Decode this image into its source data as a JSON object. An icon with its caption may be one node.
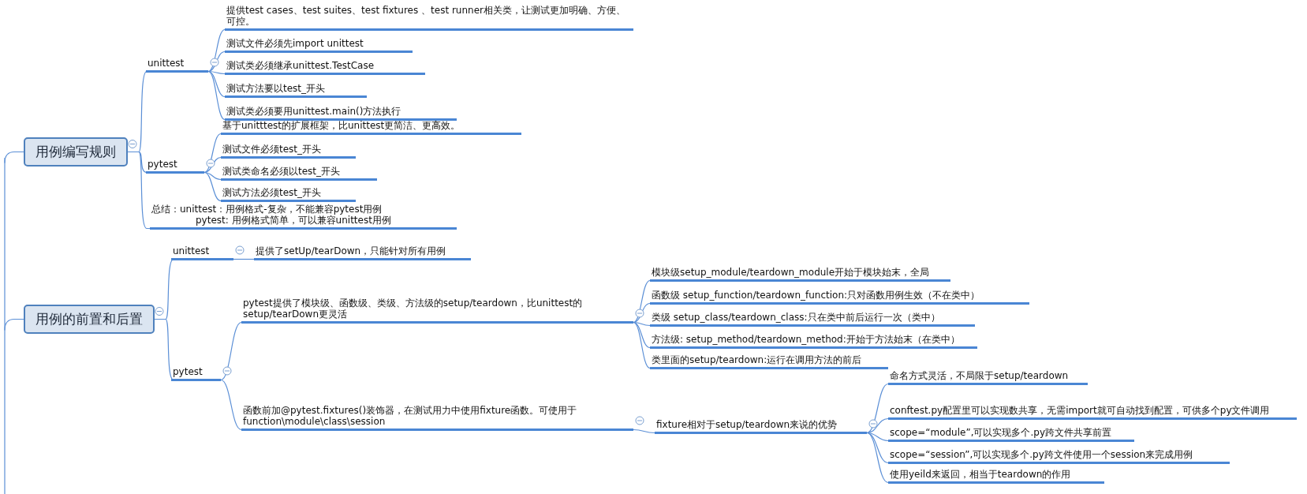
{
  "diagram": {
    "nodes": [
      {
        "text": [
          "用例编写规则"
        ]
      },
      {
        "text": [
          "unittest"
        ]
      },
      {
        "text": [
          "提供test cases、test suites、test fixtures 、test runner相关类，让测试更加明确、方便、可控。"
        ]
      },
      {
        "text": [
          "测试文件必须先import unittest"
        ]
      },
      {
        "text": [
          "测试类必须继承unittest.TestCase"
        ]
      },
      {
        "text": [
          "测试方法要以test_开头"
        ]
      },
      {
        "text": [
          "测试类必须要用unittest.main()方法执行"
        ]
      },
      {
        "text": [
          "pytest"
        ]
      },
      {
        "text": [
          "基于unitttest的扩展框架，比unittest更简洁、更高效。"
        ]
      },
      {
        "text": [
          "测试文件必须test_开头"
        ]
      },
      {
        "text": [
          "测试类命名必须以test_开头"
        ]
      },
      {
        "text": [
          "测试方法必须test_开头"
        ]
      },
      {
        "text": [
          "总结：unittest：用例格式-复杂，不能兼容pytest用例",
          "pytest: 用例格式简单，可以兼容unittest用例"
        ]
      },
      {
        "text": [
          "用例的前置和后置"
        ]
      },
      {
        "text": [
          "unittest"
        ]
      },
      {
        "text": [
          "提供了setUp/tearDown，只能针对所有用例"
        ]
      },
      {
        "text": [
          "pytest"
        ]
      },
      {
        "text": [
          "pytest提供了模块级、函数级、类级、方法级的setup/teardown，比unittest的setup/tearDown更灵活"
        ]
      },
      {
        "text": [
          "模块级setup_module/teardown_module开始于模块始末，全局"
        ]
      },
      {
        "text": [
          "函数级 setup_function/teardown_function:只对函数用例生效（不在类中）"
        ]
      },
      {
        "text": [
          "类级 setup_class/teardown_class:只在类中前后运行一次（类中）"
        ]
      },
      {
        "text": [
          "方法级: setup_method/teardown_method:开始于方法始末（在类中）"
        ]
      },
      {
        "text": [
          "类里面的setup/teardown:运行在调用方法的前后"
        ]
      },
      {
        "text": [
          "函数前加@pytest.fixtures()装饰器，在测试用力中使用fixture函数。可使用于function\\module\\class\\session"
        ]
      },
      {
        "text": [
          "fixture相对于setup/teardown来说的优势"
        ]
      },
      {
        "text": [
          "命名方式灵活，不局限于setup/teardown"
        ]
      },
      {
        "text": [
          "conftest.py配置里可以实现数共享，无需import就可自动找到配置，可供多个py文件调用"
        ]
      },
      {
        "text": [
          "scope=“module”,可以实现多个.py跨文件共享前置"
        ]
      },
      {
        "text": [
          "scope=“session”,可以实现多个.py跨文件使用一个session来完成用例"
        ]
      },
      {
        "text": [
          "使用yeild来返回，相当于teardown的作用"
        ]
      }
    ],
    "edges": [
      {
        "from": null,
        "to": 0,
        "arrow": "none"
      },
      {
        "from": null,
        "to": 13,
        "arrow": "none"
      },
      {
        "from": 0,
        "to": 1,
        "arrow": "none"
      },
      {
        "from": 0,
        "to": 7,
        "arrow": "none"
      },
      {
        "from": 0,
        "to": 12,
        "arrow": "none"
      },
      {
        "from": 1,
        "to": 2,
        "arrow": "none"
      },
      {
        "from": 1,
        "to": 3,
        "arrow": "none"
      },
      {
        "from": 1,
        "to": 4,
        "arrow": "none"
      },
      {
        "from": 1,
        "to": 5,
        "arrow": "none"
      },
      {
        "from": 1,
        "to": 6,
        "arrow": "none"
      },
      {
        "from": 7,
        "to": 8,
        "arrow": "none"
      },
      {
        "from": 7,
        "to": 9,
        "arrow": "none"
      },
      {
        "from": 7,
        "to": 10,
        "arrow": "none"
      },
      {
        "from": 7,
        "to": 11,
        "arrow": "none"
      },
      {
        "from": 13,
        "to": 14,
        "arrow": "none"
      },
      {
        "from": 13,
        "to": 16,
        "arrow": "none"
      },
      {
        "from": 14,
        "to": 15,
        "arrow": "none"
      },
      {
        "from": 16,
        "to": 17,
        "arrow": "none"
      },
      {
        "from": 16,
        "to": 23,
        "arrow": "none"
      },
      {
        "from": 17,
        "to": 18,
        "arrow": "none"
      },
      {
        "from": 17,
        "to": 19,
        "arrow": "none"
      },
      {
        "from": 17,
        "to": 20,
        "arrow": "none"
      },
      {
        "from": 17,
        "to": 21,
        "arrow": "none"
      },
      {
        "from": 17,
        "to": 22,
        "arrow": "none"
      },
      {
        "from": 23,
        "to": 24,
        "arrow": "none"
      },
      {
        "from": 24,
        "to": 25,
        "arrow": "none"
      },
      {
        "from": 24,
        "to": 26,
        "arrow": "none"
      },
      {
        "from": 24,
        "to": 27,
        "arrow": "none"
      },
      {
        "from": 24,
        "to": 28,
        "arrow": "none"
      },
      {
        "from": 24,
        "to": 29,
        "arrow": "none"
      }
    ]
  }
}
